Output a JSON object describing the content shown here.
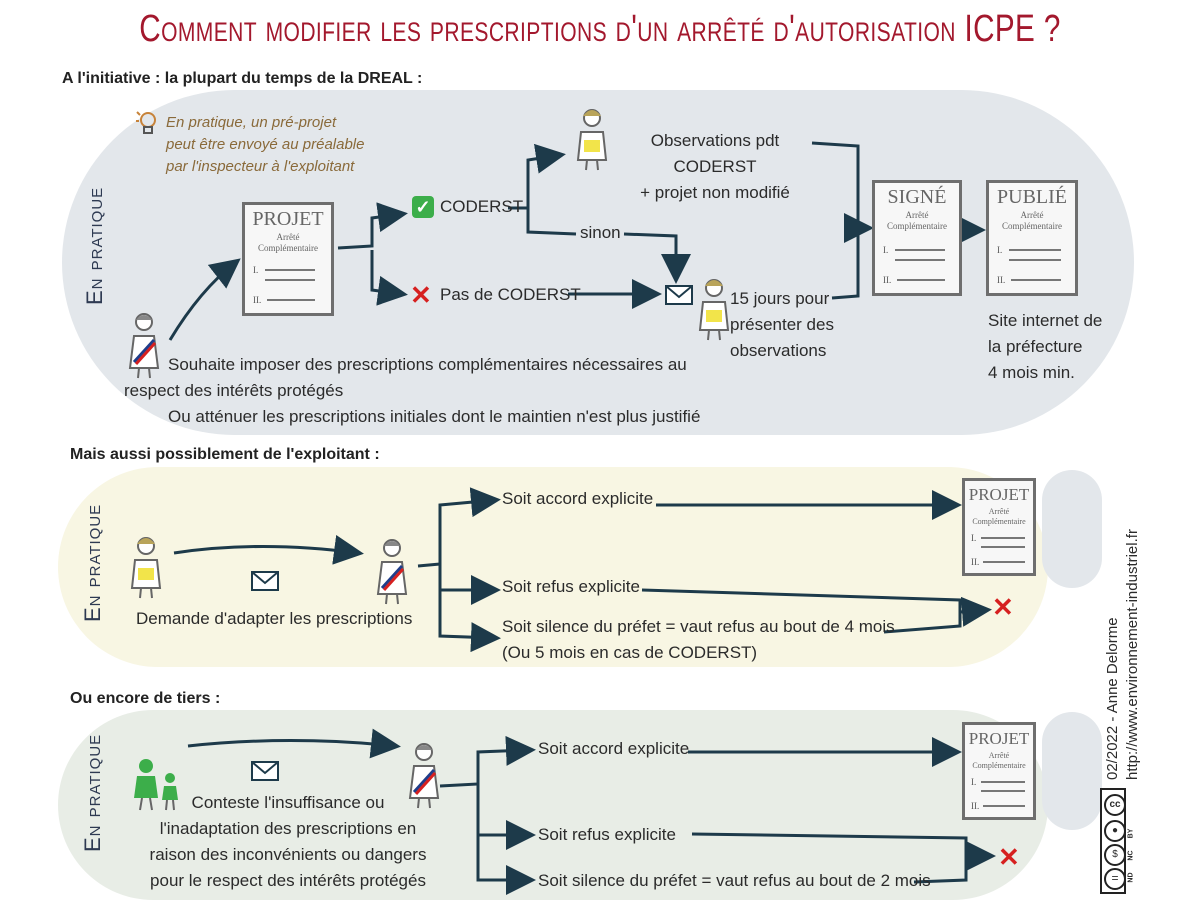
{
  "title": "Comment modifier les prescriptions d'un arrêté d'autorisation ICPE ?",
  "section1": {
    "heading": "A l'initiative : la plupart du temps de la DREAL :",
    "side_label": "En pratique",
    "note": [
      "En pratique, un pré-projet",
      "peut être envoyé au préalable",
      "par l'inspecteur à l'exploitant"
    ],
    "projet_doc": {
      "title": "PROJET",
      "subtitle": "Arrêté Complémentaire"
    },
    "coderst": "CODERST",
    "pas_coderst": "Pas de CODERST",
    "sinon": "sinon",
    "observations": [
      "Observations pdt CODERST",
      "+ projet non modifié"
    ],
    "delay": [
      "15 jours pour",
      "présenter des",
      "observations"
    ],
    "signe_doc": {
      "title": "SIGNÉ",
      "subtitle": "Arrêté Complémentaire"
    },
    "publie_doc": {
      "title": "PUBLIÉ",
      "subtitle": "Arrêté Complémentaire"
    },
    "site": [
      "Site internet de",
      "la préfecture",
      "4 mois min."
    ],
    "desc1a": "Souhaite imposer des prescriptions complémentaires nécessaires au",
    "desc1b": "respect des intérêts protégés",
    "desc2": "Ou atténuer les prescriptions initiales dont le maintien n'est plus justifié"
  },
  "section2": {
    "heading": "Mais aussi possiblement de l'exploitant :",
    "side_label": "En pratique",
    "request": "Demande d'adapter les prescriptions",
    "accord": "Soit accord explicite",
    "refus": "Soit refus explicite",
    "silence1": "Soit silence du préfet = vaut refus au bout de 4 mois",
    "silence2": "(Ou 5 mois en cas de CODERST)",
    "projet_doc": {
      "title": "PROJET",
      "subtitle": "Arrêté Complémentaire"
    }
  },
  "section3": {
    "heading": "Ou encore de tiers :",
    "side_label": "En pratique",
    "contest": [
      "Conteste l'insuffisance ou",
      "l'inadaptation des prescriptions  en",
      "raison des inconvénients ou dangers",
      "pour le respect des intérêts protégés"
    ],
    "accord": "Soit accord explicite",
    "refus": "Soit refus explicite",
    "silence": "Soit silence du préfet = vaut refus au bout de 2 mois",
    "projet_doc": {
      "title": "PROJET",
      "subtitle": "Arrêté Complémentaire"
    }
  },
  "credits": {
    "author": "02/2022 - Anne Delorme",
    "url": "http://www.environnement-industriel.fr",
    "license": [
      "BY",
      "NC",
      "ND"
    ]
  },
  "colors": {
    "title": "#a3182d",
    "band1": "#e3e7eb",
    "band2": "#f8f6e3",
    "band3": "#e8ede6",
    "arrow": "#1d3a4a",
    "cross": "#d62020",
    "check": "#3cae4a"
  }
}
